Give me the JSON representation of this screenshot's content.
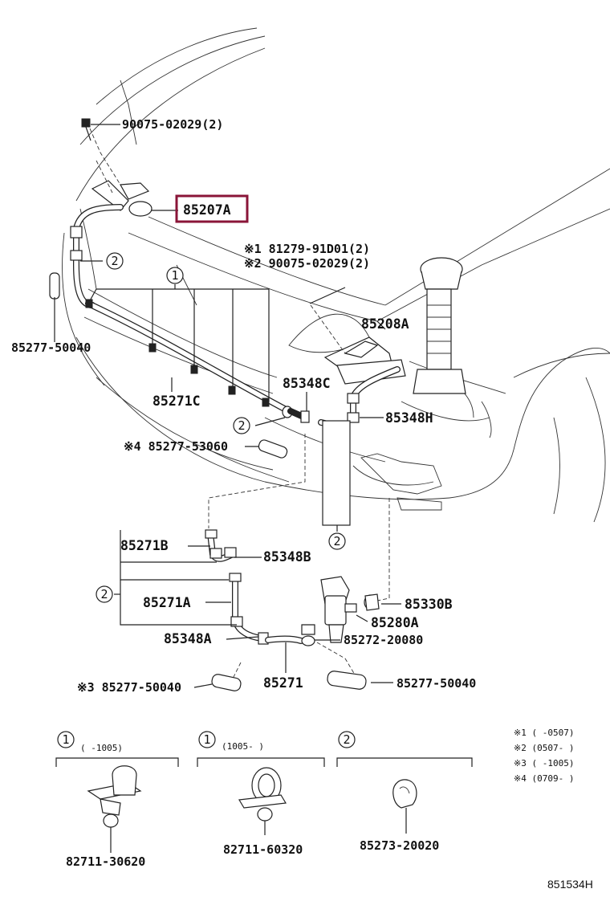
{
  "callouts": {
    "bolt_top": "90075-02029(2)",
    "nozzle": "85207A",
    "note1_clip": "※1 81279-91D01(2)",
    "note2_bolt": "※2 90075-02029(2)",
    "nozzle_b": "85208A",
    "cap_left": "85277-50040",
    "hose_c": "85271C",
    "joint_c": "85348C",
    "joint_h": "85348H",
    "note4_cap": "※4 85277-53060",
    "hose_b": "85271B",
    "joint_b": "85348B",
    "hose_a": "85271A",
    "joint_a": "85348A",
    "check_valve": "85330B",
    "pump": "85280A",
    "clamp": "85272-20080",
    "hose": "85271",
    "note3_cap": "※3 85277-50040",
    "cap_right": "85277-50040"
  },
  "circle_refs": {
    "one": "1",
    "two": "2"
  },
  "legend": {
    "clip1_range": "(     -1005)",
    "clip1_part": "82711-30620",
    "clip2_range": "(1005-     )",
    "clip2_part": "82711-60320",
    "clamp_part": "85273-20020"
  },
  "footnotes": [
    "※1 (       -0507)",
    "※2 (0507-       )",
    "※3 (       -1005)",
    "※4 (0709-       )"
  ],
  "diagram_id": "851534H",
  "highlight_color": "#8a1538"
}
